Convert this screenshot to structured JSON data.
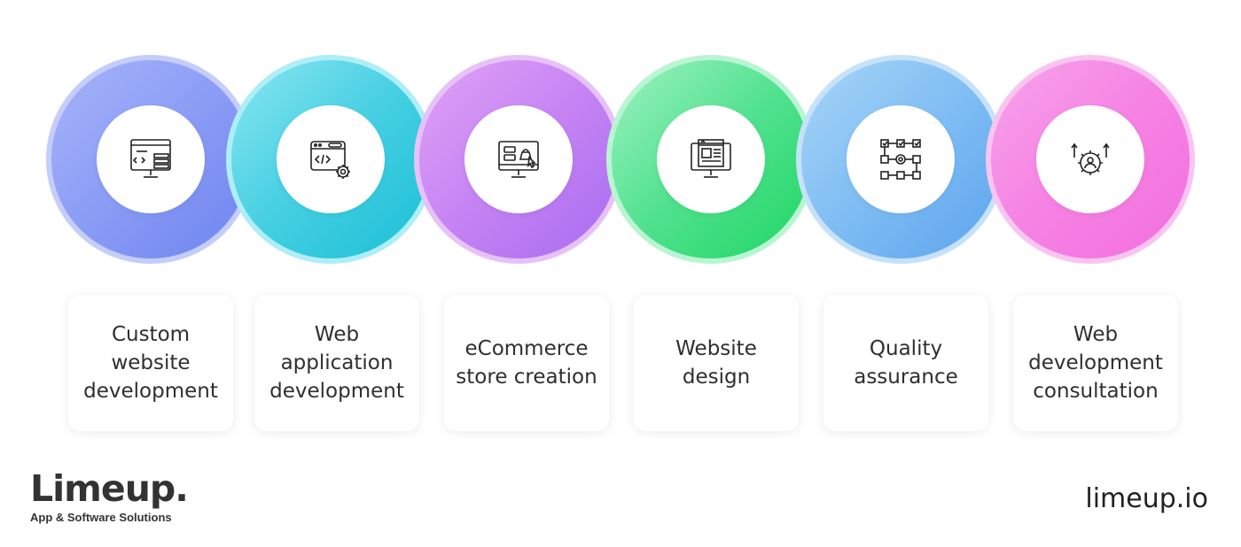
{
  "steps": [
    {
      "label": "Custom website development",
      "icon": "code-monitor-icon",
      "color": "#7b8ff2"
    },
    {
      "label": "Web application development",
      "icon": "code-window-gear-icon",
      "color": "#2ec6dc"
    },
    {
      "label": "eCommerce store creation",
      "icon": "ecommerce-monitor-icon",
      "color": "#b678f1"
    },
    {
      "label": "Website design",
      "icon": "web-design-monitor-icon",
      "color": "#34dc76"
    },
    {
      "label": "Quality assurance",
      "icon": "qa-flowchart-icon",
      "color": "#6eb1f1"
    },
    {
      "label": "Web development consultation",
      "icon": "consultation-gear-icon",
      "color": "#f478e0"
    }
  ],
  "brand": {
    "name": "Limeup.",
    "tagline": "App & Software Solutions",
    "url": "limeup.io"
  }
}
